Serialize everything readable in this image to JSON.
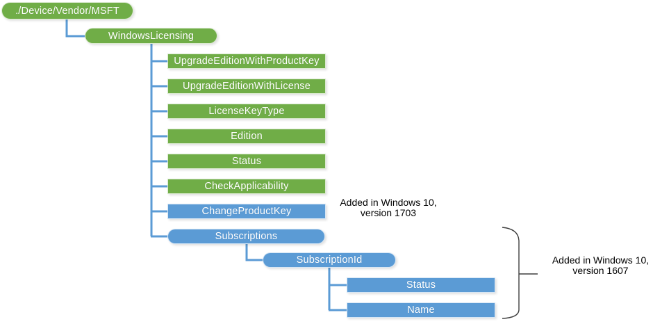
{
  "colors": {
    "green": "#70AD47",
    "blue": "#5B9BD5",
    "connector": "#5B9BD5",
    "brace": "#3F3F3F",
    "label_text": "#FFFFFF",
    "annotation_text": "#000000"
  },
  "tree": {
    "root": {
      "label": "./Device/Vendor/MSFT"
    },
    "node": {
      "label": "WindowsLicensing"
    },
    "children": [
      {
        "label": "UpgradeEditionWithProductKey"
      },
      {
        "label": "UpgradeEditionWithLicense"
      },
      {
        "label": "LicenseKeyType"
      },
      {
        "label": "Edition"
      },
      {
        "label": "Status"
      },
      {
        "label": "CheckApplicability"
      },
      {
        "label": "ChangeProductKey"
      },
      {
        "label": "Subscriptions"
      }
    ],
    "subscriptions_child": {
      "label": "SubscriptionId"
    },
    "subscription_id_children": [
      {
        "label": "Status"
      },
      {
        "label": "Name"
      }
    ]
  },
  "annotations": {
    "v1703": {
      "line1": "Added in Windows 10,",
      "line2": "version 1703"
    },
    "v1607": {
      "line1": "Added in Windows 10,",
      "line2": "version 1607"
    }
  }
}
